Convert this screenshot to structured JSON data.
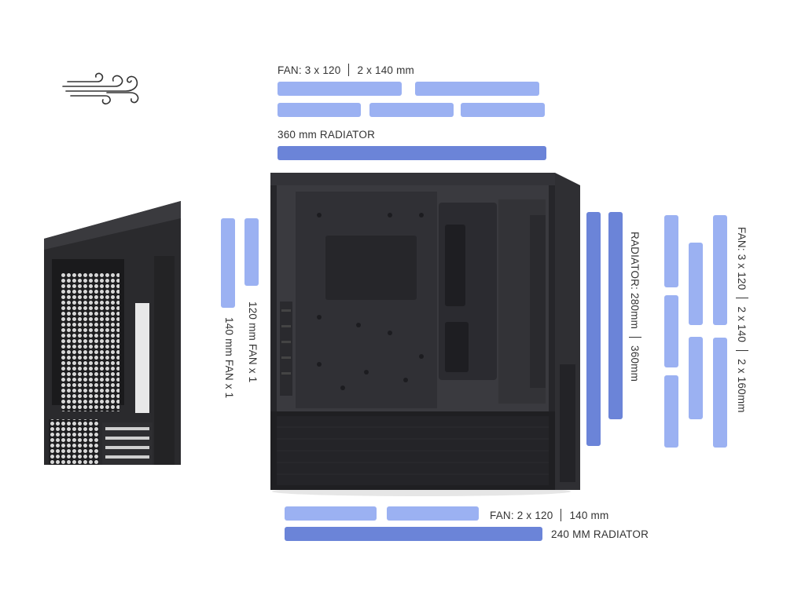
{
  "top": {
    "fan_label": "FAN: 3 x 120",
    "fan_label_alt": "2 x 140 mm",
    "radiator_label": "360 mm RADIATOR"
  },
  "left_side": {
    "fan_120": "120 mm FAN x 1",
    "fan_140": "140 mm FAN x 1"
  },
  "front_radiator": {
    "label_a": "RADIATOR: 280mm",
    "label_b": "360mm"
  },
  "front_fans": {
    "label_a": "FAN: 3 x 120",
    "label_b": "2 x 140",
    "label_c": "2 x 160mm"
  },
  "bottom": {
    "fan_label": "FAN: 2 x 120",
    "fan_label_alt": "140 mm",
    "radiator_label": "240 MM RADIATOR"
  },
  "colors": {
    "fan_bar": "#9bb1f2",
    "radiator_bar": "#6b84d8",
    "case_body": "#1f1f22"
  },
  "icons": {
    "airflow": "wind-icon"
  }
}
